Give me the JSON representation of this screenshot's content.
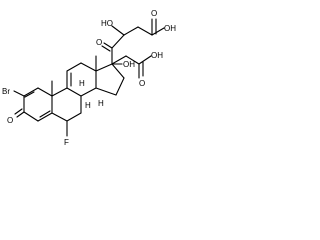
{
  "structure": {
    "atom_labels": {
      "br": "Br",
      "oxo": "O",
      "fluoro": "F",
      "hydroxy_top": "HO",
      "acid_top_oh": "OH",
      "acid_top_o": "O",
      "ketone_o": "O",
      "acid_right_oh": "OH",
      "acid_right_o": "O",
      "oh_17": "OH",
      "h_8": "H",
      "h_14": "H",
      "h_9": "H"
    }
  }
}
